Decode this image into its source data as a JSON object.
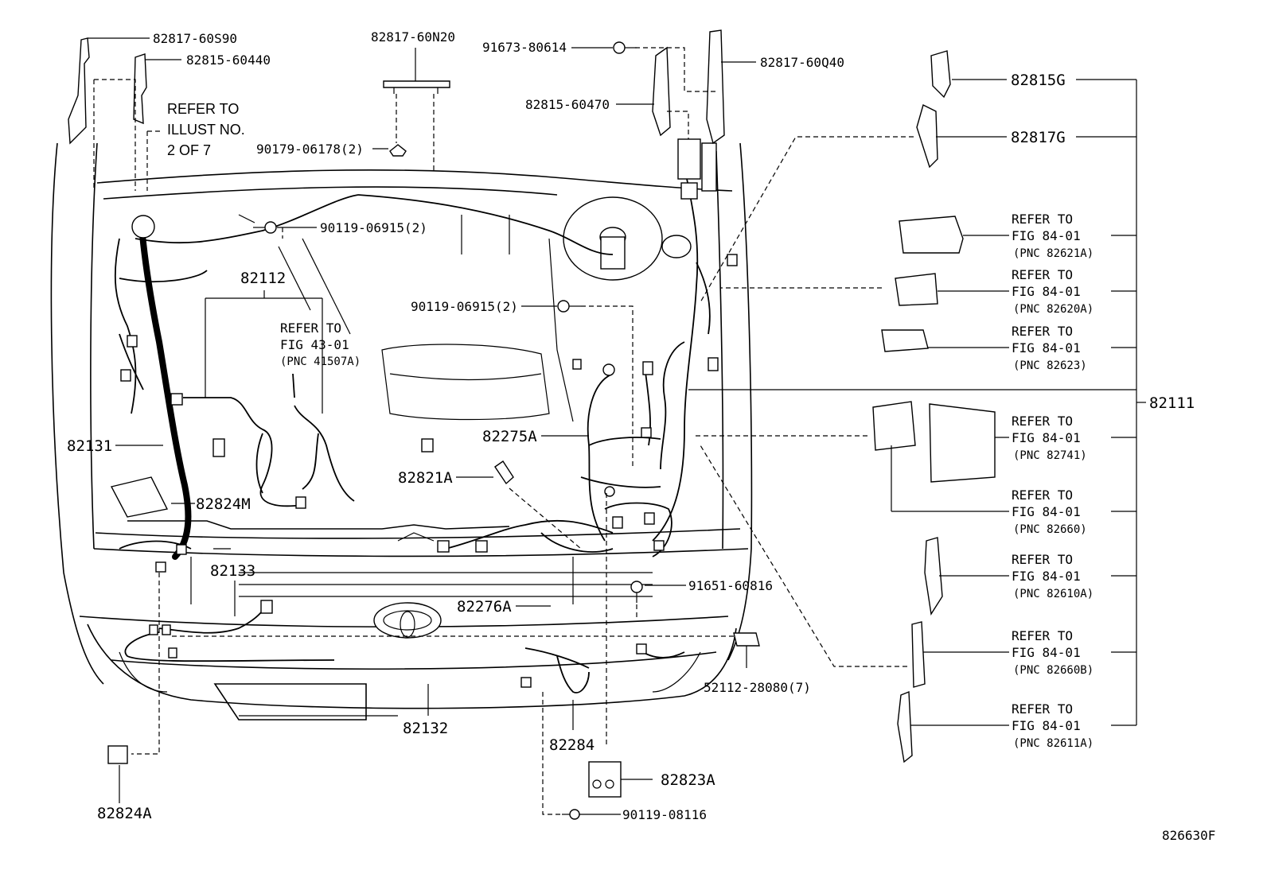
{
  "diagram_id": "826630F",
  "refer_illust": [
    "REFER TO",
    "ILLUST NO.",
    "2 OF 7"
  ],
  "refer_fig43": [
    "REFER TO",
    "FIG 43-01",
    "(PNC 41507A)"
  ],
  "callouts": {
    "p82817_60S90": "82817-60S90",
    "p82815_60440": "82815-60440",
    "p82817_60N20": "82817-60N20",
    "p91673_80614": "91673-80614",
    "p82817_60Q40": "82817-60Q40",
    "p82815_60470": "82815-60470",
    "p90179_06178": "90179-06178(2)",
    "p90119_06915_a": "90119-06915(2)",
    "p90119_06915_b": "90119-06915(2)",
    "p82112": "82112",
    "p82131": "82131",
    "p82824M": "82824M",
    "p82133": "82133",
    "p82275A": "82275A",
    "p82821A": "82821A",
    "p82276A": "82276A",
    "p91651_60816": "91651-60816",
    "p52112_28080": "52112-28080(7)",
    "p82132": "82132",
    "p82284": "82284",
    "p82823A": "82823A",
    "p90119_08116": "90119-08116",
    "p82824A": "82824A",
    "p82815G": "82815G",
    "p82817G": "82817G",
    "p82111": "82111"
  },
  "refer_list": [
    {
      "l1": "REFER TO",
      "l2": "FIG 84-01",
      "pnc": "(PNC 82621A)"
    },
    {
      "l1": "REFER TO",
      "l2": "FIG 84-01",
      "pnc": "(PNC 82620A)"
    },
    {
      "l1": "REFER TO",
      "l2": "FIG 84-01",
      "pnc": "(PNC 82623)"
    },
    {
      "l1": "REFER TO",
      "l2": "FIG 84-01",
      "pnc": "(PNC 82741)"
    },
    {
      "l1": "REFER TO",
      "l2": "FIG 84-01",
      "pnc": "(PNC 82660)"
    },
    {
      "l1": "REFER TO",
      "l2": "FIG 84-01",
      "pnc": "(PNC 82610A)"
    },
    {
      "l1": "REFER TO",
      "l2": "FIG 84-01",
      "pnc": "(PNC 82660B)"
    },
    {
      "l1": "REFER TO",
      "l2": "FIG 84-01",
      "pnc": "(PNC 82611A)"
    }
  ]
}
